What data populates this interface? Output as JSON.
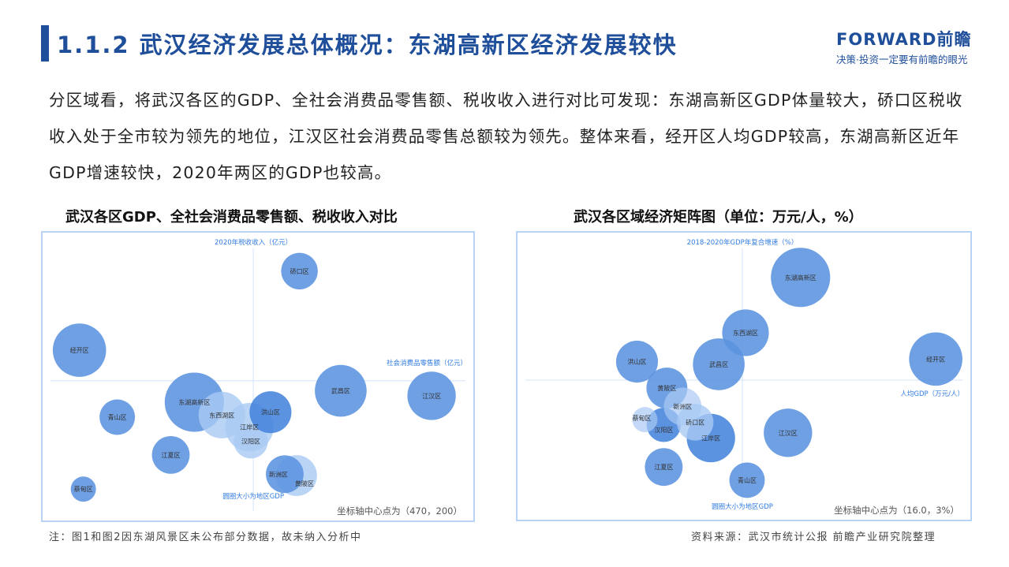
{
  "header": {
    "title": "1.1.2 武汉经济发展总体概况：东湖高新区经济发展较快",
    "logo": {
      "name": "FORWARD前瞻",
      "slogan": "决策·投资一定要有前瞻的眼光"
    }
  },
  "intro": "分区域看，将武汉各区的GDP、全社会消费品零售额、税收收入进行对比可发现：东湖高新区GDP体量较大，硚口区税收收入处于全市较为领先的地位，江汉区社会消费品零售总额较为领先。整体来看，经开区人均GDP较高，东湖高新区近年GDP增速较快，2020年两区的GDP也较高。",
  "colors": {
    "accent": "#1f4e9a",
    "bubble": "#5b93e0",
    "bubble_light": "#a9c9f3",
    "bubble_dark": "#3f80dc",
    "axis_label": "#2f7be0"
  },
  "chart_data": [
    {
      "type": "scatter",
      "title": "武汉各区GDP、全社会消费品零售额、税收收入对比",
      "xlabel": "社会消费品零售额（亿元）",
      "ylabel": "2020年税收收入（亿元）",
      "size_label": "圆圈大小为地区GDP",
      "center_note": "坐标轴中心点为（470，200）",
      "center": [
        470,
        200
      ],
      "xlim": [
        41,
        918
      ],
      "ylim": [
        4,
        408
      ],
      "grid": false,
      "points": [
        {
          "name": "硚口区",
          "x": 564,
          "y": 354,
          "gdp": 800,
          "shade": "normal"
        },
        {
          "name": "经开区",
          "x": 116,
          "y": 243,
          "gdp": 1700,
          "shade": "normal"
        },
        {
          "name": "武昌区",
          "x": 648,
          "y": 186,
          "gdp": 1600,
          "shade": "normal"
        },
        {
          "name": "江汉区",
          "x": 833,
          "y": 179,
          "gdp": 1400,
          "shade": "normal"
        },
        {
          "name": "东湖高新区",
          "x": 350,
          "y": 170,
          "gdp": 2100,
          "shade": "normal"
        },
        {
          "name": "青山区",
          "x": 193,
          "y": 149,
          "gdp": 750,
          "shade": "normal"
        },
        {
          "name": "江岸区",
          "x": 462,
          "y": 135,
          "gdp": 1400,
          "shade": "light"
        },
        {
          "name": "汉阳区",
          "x": 465,
          "y": 115,
          "gdp": 700,
          "shade": "light"
        },
        {
          "name": "东西湖区",
          "x": 406,
          "y": 152,
          "gdp": 1300,
          "shade": "light"
        },
        {
          "name": "洪山区",
          "x": 505,
          "y": 156,
          "gdp": 1050,
          "shade": "dark"
        },
        {
          "name": "江夏区",
          "x": 302,
          "y": 96,
          "gdp": 850,
          "shade": "normal"
        },
        {
          "name": "黄陂区",
          "x": 558,
          "y": 67,
          "gdp": 1000,
          "shade": "light"
        },
        {
          "name": "新洲区",
          "x": 534,
          "y": 69,
          "gdp": 850,
          "shade": "normal"
        },
        {
          "name": "蔡甸区",
          "x": 124,
          "y": 48,
          "gdp": 380,
          "shade": "normal"
        }
      ]
    },
    {
      "type": "scatter",
      "title": "武汉各区域经济矩阵图（单位：万元/人，%）",
      "xlabel": "人均GDP（万元/人）",
      "ylabel": "2018-2020年GDP年复合增速（%）",
      "size_label": "圆圈大小为地区GDP",
      "center_note": "坐标轴中心点为（16.0，3%）",
      "center": [
        16.0,
        3
      ],
      "xlim": [
        1.7,
        30.5
      ],
      "ylim": [
        -2.3,
        8.6
      ],
      "grid": false,
      "points": [
        {
          "name": "东湖高新区",
          "x": 19.7,
          "y": 6.9,
          "gdp": 2100,
          "shade": "normal"
        },
        {
          "name": "东西湖区",
          "x": 16.2,
          "y": 4.8,
          "gdp": 1300,
          "shade": "normal"
        },
        {
          "name": "经开区",
          "x": 28.3,
          "y": 3.8,
          "gdp": 1700,
          "shade": "normal"
        },
        {
          "name": "洪山区",
          "x": 9.3,
          "y": 3.7,
          "gdp": 1050,
          "shade": "normal"
        },
        {
          "name": "武昌区",
          "x": 14.5,
          "y": 3.6,
          "gdp": 1600,
          "shade": "normal"
        },
        {
          "name": "黄陂区",
          "x": 11.2,
          "y": 2.7,
          "gdp": 1000,
          "shade": "normal"
        },
        {
          "name": "江岸区",
          "x": 14.0,
          "y": 0.8,
          "gdp": 1400,
          "shade": "dark"
        },
        {
          "name": "汉阳区",
          "x": 11.0,
          "y": 1.3,
          "gdp": 700,
          "shade": "dark"
        },
        {
          "name": "新洲区",
          "x": 12.2,
          "y": 2.0,
          "gdp": 850,
          "shade": "xlight"
        },
        {
          "name": "硚口区",
          "x": 13.0,
          "y": 1.4,
          "gdp": 800,
          "shade": "light"
        },
        {
          "name": "蔡甸区",
          "x": 9.8,
          "y": 1.5,
          "gdp": 380,
          "shade": "xlight"
        },
        {
          "name": "江汉区",
          "x": 18.9,
          "y": 1.0,
          "gdp": 1400,
          "shade": "normal"
        },
        {
          "name": "江夏区",
          "x": 11.0,
          "y": -0.3,
          "gdp": 850,
          "shade": "normal"
        },
        {
          "name": "青山区",
          "x": 16.3,
          "y": -0.8,
          "gdp": 750,
          "shade": "normal"
        }
      ]
    }
  ],
  "footer": {
    "note": "注：图1和图2因东湖风景区未公布部分数据，故未纳入分析中",
    "source": "资料来源：武汉市统计公报 前瞻产业研究院整理"
  }
}
